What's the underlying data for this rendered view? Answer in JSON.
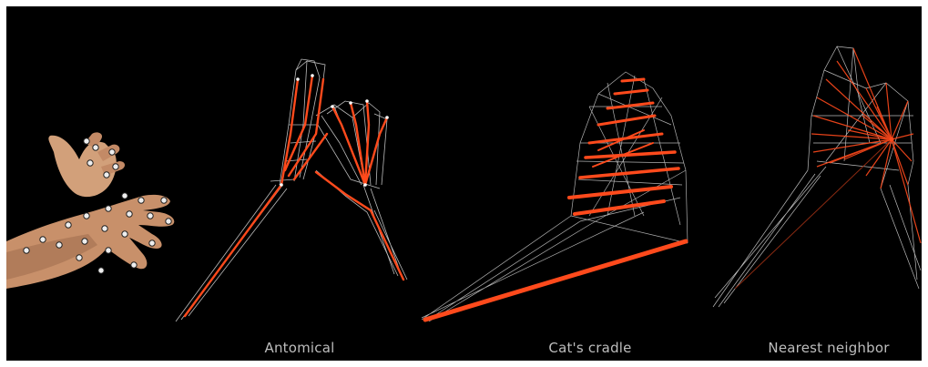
{
  "panels": [
    {
      "id": "photo",
      "caption": ""
    },
    {
      "id": "anatomical",
      "caption": "Antomical"
    },
    {
      "id": "cats-cradle",
      "caption": "Cat's cradle"
    },
    {
      "id": "nearest-neighbor",
      "caption": "Nearest neighbor"
    }
  ],
  "colors": {
    "background": "#000000",
    "mesh_line": "#dcdcdc",
    "highlight": "#ff4a1c",
    "skin": "#c79472",
    "caption_text": "#bdbdbd"
  }
}
